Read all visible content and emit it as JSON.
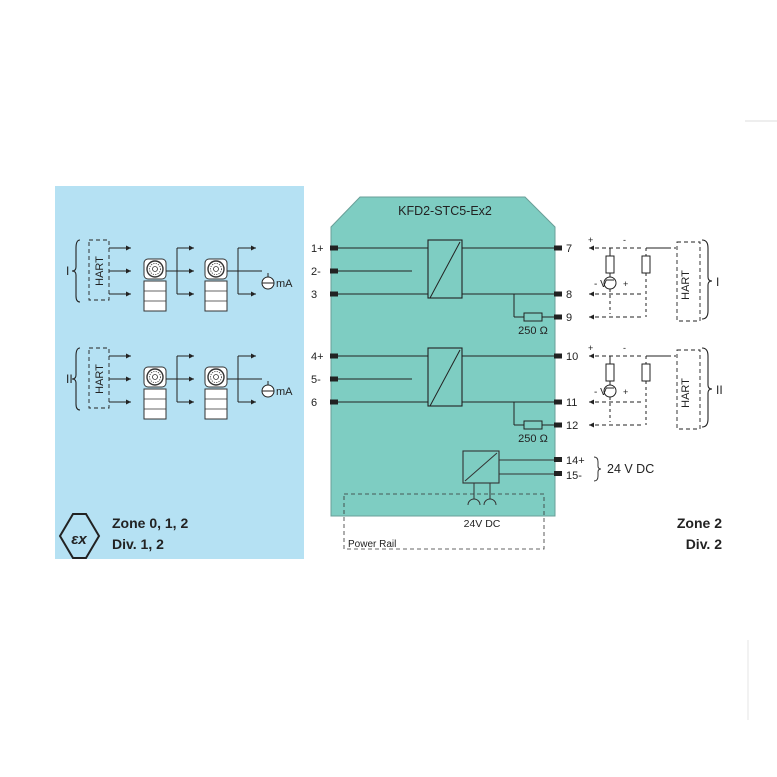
{
  "device": {
    "model": "KFD2-STC5-Ex2",
    "body_color": "#7ecdc2",
    "hazardous_area_color": "#b5e1f3"
  },
  "channels": [
    {
      "numeral": "I",
      "hart": "HART",
      "meter": "mA",
      "inputs": [
        "1+",
        "2-",
        "3"
      ],
      "outputs": [
        "7",
        "8",
        "9"
      ],
      "resistor": "250 Ω",
      "src_minus": "-",
      "src_plus": "+",
      "load_minus": "-",
      "load_plus": "+",
      "v_label": "V"
    },
    {
      "numeral": "II",
      "hart": "HART",
      "meter": "mA",
      "inputs": [
        "4+",
        "5-",
        "6"
      ],
      "outputs": [
        "10",
        "11",
        "12"
      ],
      "resistor": "250 Ω",
      "src_minus": "-",
      "src_plus": "+",
      "load_minus": "-",
      "load_plus": "+",
      "v_label": "V"
    }
  ],
  "supply": {
    "terminals": [
      "14+",
      "15-"
    ],
    "label": "24 V DC",
    "rail_label": "24V DC",
    "power_rail": "Power Rail"
  },
  "zones": {
    "left_line1": "Zone 0, 1, 2",
    "left_line2": "Div. 1, 2",
    "right_line1": "Zone 2",
    "right_line2": "Div. 2",
    "ex_symbol": "εx"
  },
  "icons": [
    "ex-mark-icon",
    "transmitter-icon",
    "ammeter-icon",
    "isolator-icon",
    "resistor-icon"
  ]
}
